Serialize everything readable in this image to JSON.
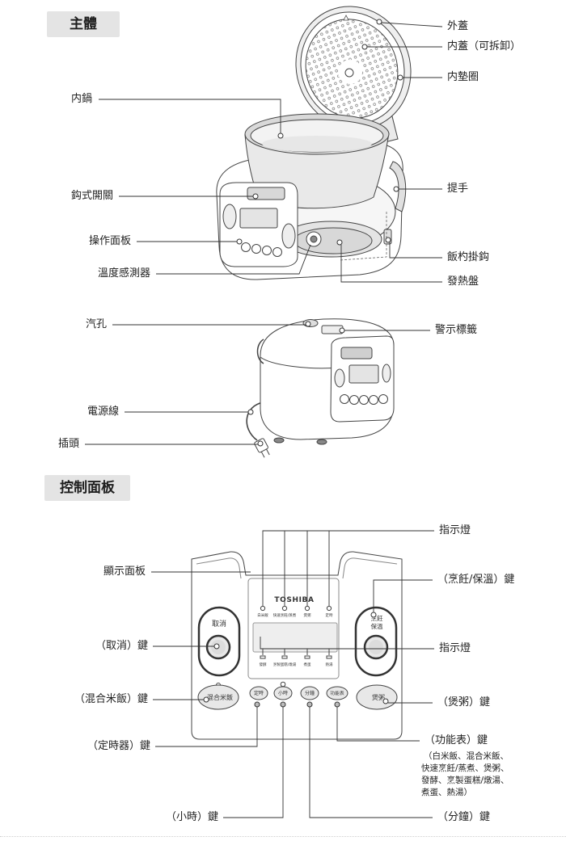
{
  "colors": {
    "header_bg": "#e4e4e4",
    "line": "#333333",
    "button_fill": "#e8e8e8"
  },
  "main_body": {
    "title": "主體",
    "parts": {
      "inner_pot": "内鍋",
      "hook_switch": "鈎式開關",
      "operation_panel": "操作面板",
      "temperature_sensor": "溫度感測器",
      "steam_vent": "汽孔",
      "power_cord": "電源線",
      "plug": "插頭",
      "outer_lid": "外蓋",
      "inner_lid": "内蓋（可拆卸）",
      "inner_gasket": "内墊圈",
      "handle": "提手",
      "spatula_hook": "飯杓掛鈎",
      "heating_plate": "發熱盤",
      "warning_label": "警示標籤"
    }
  },
  "control_panel": {
    "title": "控制面板",
    "callouts": {
      "indicator_top": "指示燈",
      "display_panel": "顯示面板",
      "cook_warm_key": "（烹飪/保溫）鍵",
      "cancel_key": "（取消）鍵",
      "indicator_mid": "指示燈",
      "mixed_rice_key": "（混合米飯）鍵",
      "porridge_key": "（煲粥）鍵",
      "timer_key": "（定時器）鍵",
      "menu_key": "（功能表）鍵",
      "menu_note": [
        "（白米飯、混合米飯、",
        "快速烹飪/蒸煮、煲粥、",
        "發酵、烹製蛋糕/燉湯、",
        "煮蛋、熱湯）"
      ],
      "hour_key": "（小時）鍵",
      "minute_key": "（分鐘）鍵"
    },
    "panel": {
      "brand": "TOSHIBA",
      "cancel": "取消",
      "cook": "烹飪",
      "warm": "保溫",
      "mixed_rice": "混合米飯",
      "timer": "定時",
      "hour": "小時",
      "minute": "分鐘",
      "menu": "功能表",
      "porridge": "煲粥",
      "top_indicators": [
        "白米飯",
        "快速烹飪/蒸煮",
        "煲粥",
        "定時"
      ],
      "bottom_indicators": [
        "發酵",
        "烹製蛋糕/燉湯",
        "煮蛋",
        "熱湯"
      ]
    }
  }
}
